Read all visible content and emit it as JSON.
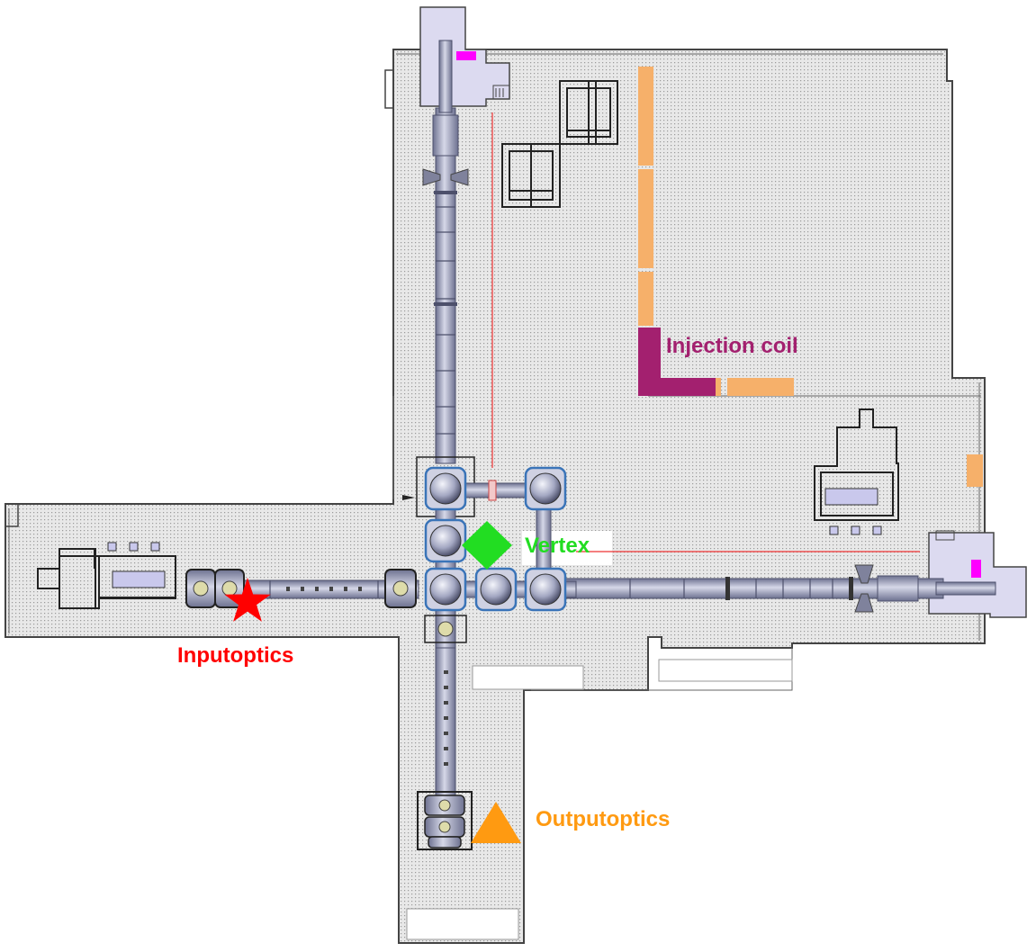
{
  "colors": {
    "floor": "#e6e6e6",
    "floor_dot": "#9a9a9a",
    "outline": "#444444",
    "pipe": "#a9adc6",
    "pipe_dark": "#4d506b",
    "chamber_blue": "#3a74b8",
    "building": "#dcdaf0",
    "magenta": "#ff00ff",
    "coil_orange": "#f6b06a",
    "coil_purple": "#a3206f",
    "red_line": "#ee3333"
  },
  "markers": {
    "inputoptics": {
      "label": "Inputoptics",
      "shape": "star",
      "color": "#ff0000"
    },
    "vertex": {
      "label": "Vertex",
      "shape": "diamond",
      "color": "#22dd22"
    },
    "outputoptics": {
      "label": "Outputoptics",
      "shape": "triangle",
      "color": "#ff9a11"
    },
    "injection_coil": {
      "label": "Injection coil",
      "color": "#a3206f"
    }
  }
}
